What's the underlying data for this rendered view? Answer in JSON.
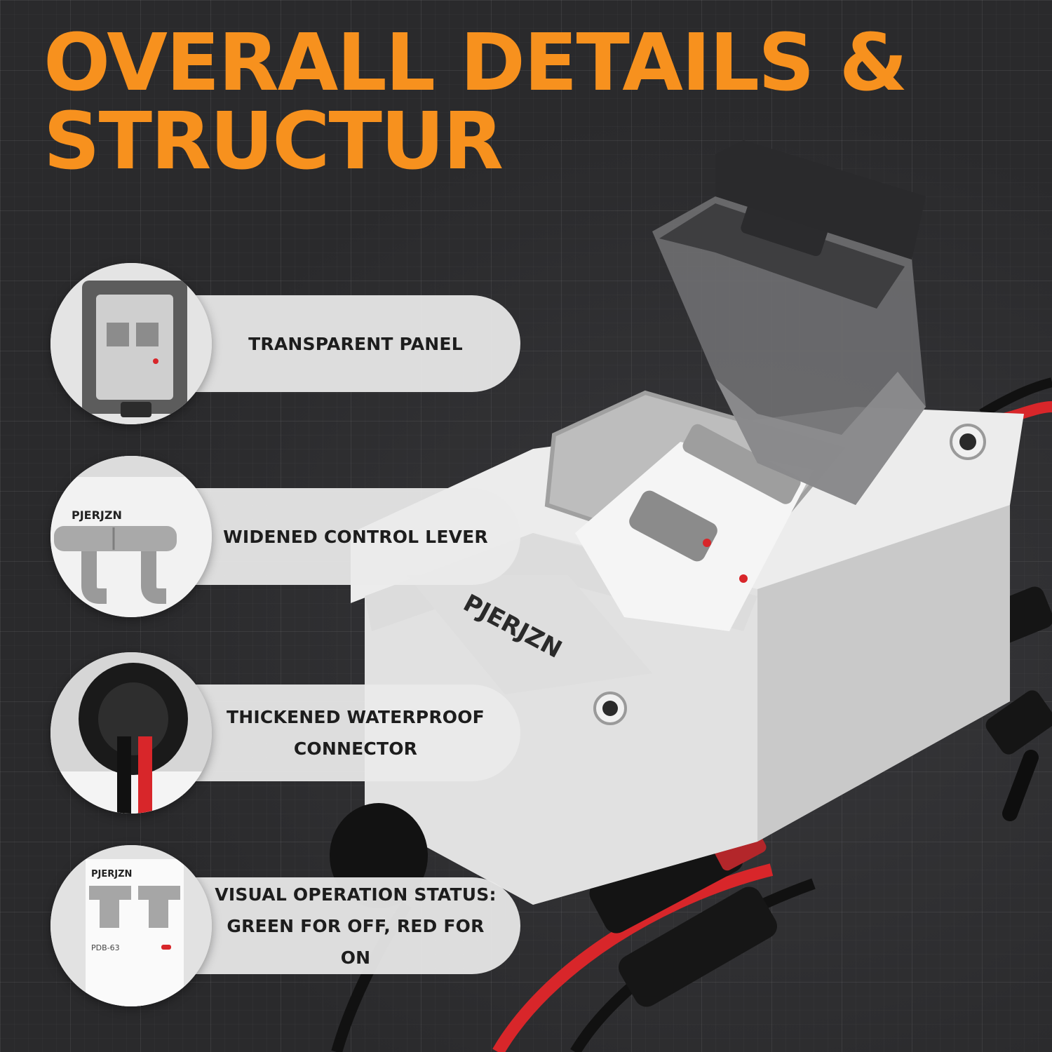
{
  "title": {
    "line1": "OVERALL DETAILS &",
    "line2": "STRUCTUR"
  },
  "brand": "PJERJZN",
  "model": "PDB-63",
  "colors": {
    "title": "#f7911e",
    "background": "#2a2a2c",
    "pill": "#ebebeb",
    "text": "#1d1d1d",
    "cable_red": "#d8262a"
  },
  "features": [
    {
      "label": "TRANSPARENT PANEL",
      "icon": "transparent-panel-closeup"
    },
    {
      "label": "WIDENED CONTROL LEVER",
      "icon": "control-lever-closeup"
    },
    {
      "label_line1": "THICKENED WATERPROOF",
      "label_line2": "CONNECTOR",
      "icon": "waterproof-connector-closeup"
    },
    {
      "label_line1": "VISUAL OPERATION STATUS:",
      "label_line2": "GREEN FOR OFF, RED FOR ON",
      "icon": "breaker-status-closeup"
    }
  ]
}
